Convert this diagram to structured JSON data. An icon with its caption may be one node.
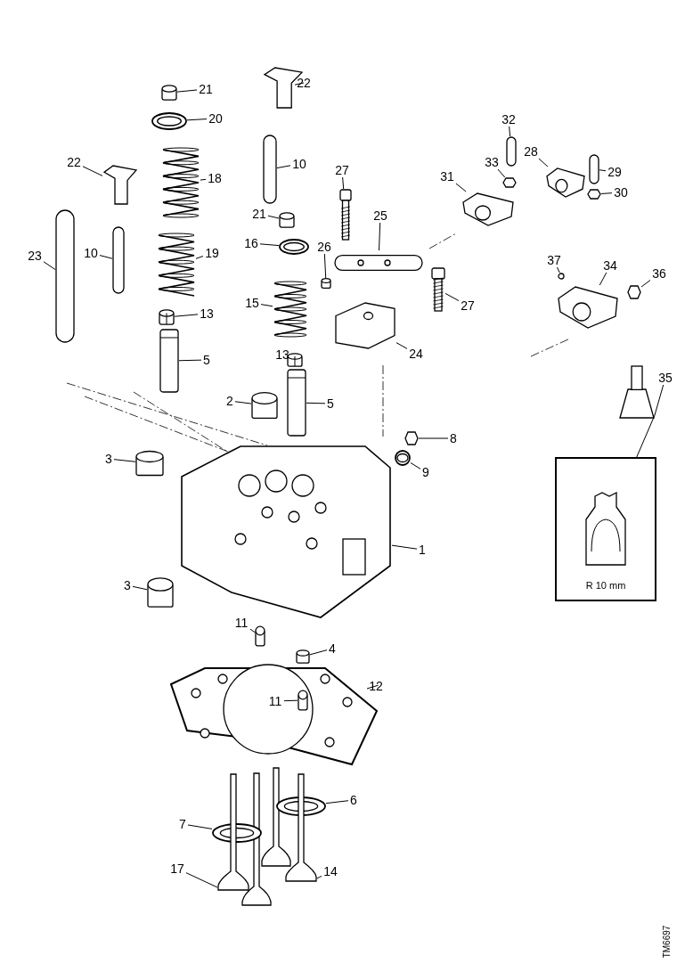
{
  "diagram": {
    "nodes": [
      {
        "text": [
          "1"
        ]
      },
      {
        "text": [],
        "shape": "picture"
      },
      {
        "text": [
          "2"
        ]
      },
      {
        "text": [],
        "shape": "cylinder"
      },
      {
        "text": [
          "3"
        ]
      },
      {
        "text": [],
        "shape": "cylinder"
      },
      {
        "text": [
          "3"
        ]
      },
      {
        "text": [],
        "shape": "cylinder"
      },
      {
        "text": [
          "4"
        ]
      },
      {
        "text": [],
        "shape": "cylinder"
      },
      {
        "text": [
          "5"
        ]
      },
      {
        "text": [],
        "shape": "picture"
      },
      {
        "text": [
          "5"
        ]
      },
      {
        "text": [],
        "shape": "picture"
      },
      {
        "text": [
          "6"
        ]
      },
      {
        "text": [],
        "shape": "picture"
      },
      {
        "text": [
          "7"
        ]
      },
      {
        "text": [],
        "shape": "picture"
      },
      {
        "text": [
          "8"
        ]
      },
      {
        "text": [],
        "shape": "hexagon"
      },
      {
        "text": [
          "9"
        ]
      },
      {
        "text": [],
        "shape": "picture"
      },
      {
        "text": [
          "10"
        ]
      },
      {
        "text": [],
        "shape": "bar"
      },
      {
        "text": [
          "10"
        ]
      },
      {
        "text": [],
        "shape": "bar"
      },
      {
        "text": [
          "11"
        ]
      },
      {
        "text": [],
        "shape": "cylinder"
      },
      {
        "text": [
          "11"
        ],
        "in": 31
      },
      {
        "text": [],
        "shape": "cylinder",
        "in": 31
      },
      {
        "text": [
          "12"
        ]
      },
      {
        "text": [],
        "shape": "picture"
      },
      {
        "text": [
          "13"
        ]
      },
      {
        "text": [],
        "shape": "picture"
      },
      {
        "text": [
          "13"
        ]
      },
      {
        "text": [],
        "shape": "picture"
      },
      {
        "text": [
          "14"
        ]
      },
      {
        "text": [],
        "shape": "picture"
      },
      {
        "text": [
          "15"
        ]
      },
      {
        "text": [],
        "shape": "picture"
      },
      {
        "text": [
          "16"
        ]
      },
      {
        "text": [],
        "shape": "picture"
      },
      {
        "text": [
          "17"
        ]
      },
      {
        "text": [],
        "shape": "picture"
      },
      {
        "text": [
          "18"
        ]
      },
      {
        "text": [],
        "shape": "picture"
      },
      {
        "text": [
          "19"
        ]
      },
      {
        "text": [],
        "shape": "picture"
      },
      {
        "text": [
          "20"
        ]
      },
      {
        "text": [],
        "shape": "picture"
      },
      {
        "text": [
          "21"
        ]
      },
      {
        "text": [],
        "shape": "cylinder"
      },
      {
        "text": [
          "21"
        ]
      },
      {
        "text": [],
        "shape": "cylinder"
      },
      {
        "text": [
          "22"
        ]
      },
      {
        "text": [],
        "shape": "picture"
      },
      {
        "text": [
          "22"
        ]
      },
      {
        "text": [],
        "shape": "picture"
      },
      {
        "text": [
          "23"
        ]
      },
      {
        "text": [],
        "shape": "bar"
      },
      {
        "text": [
          "24"
        ]
      },
      {
        "text": [],
        "shape": "picture"
      },
      {
        "text": [
          "25"
        ]
      },
      {
        "text": [],
        "shape": "picture"
      },
      {
        "text": [
          "26"
        ]
      },
      {
        "text": [],
        "shape": "cylinder"
      },
      {
        "text": [
          "27"
        ]
      },
      {
        "text": [],
        "shape": "picture"
      },
      {
        "text": [
          "27"
        ]
      },
      {
        "text": [],
        "shape": "picture"
      },
      {
        "text": [
          "28"
        ]
      },
      {
        "text": [],
        "shape": "picture"
      },
      {
        "text": [
          "29"
        ]
      },
      {
        "text": [],
        "shape": "bar"
      },
      {
        "text": [
          "30"
        ]
      },
      {
        "text": [],
        "shape": "hexagon"
      },
      {
        "text": [
          "31"
        ]
      },
      {
        "text": [],
        "shape": "picture"
      },
      {
        "text": [
          "32"
        ]
      },
      {
        "text": [],
        "shape": "bar"
      },
      {
        "text": [
          "33"
        ]
      },
      {
        "text": [],
        "shape": "hexagon"
      },
      {
        "text": [
          "34"
        ]
      },
      {
        "text": [],
        "shape": "picture"
      },
      {
        "text": [
          "35"
        ]
      },
      {
        "text": [],
        "shape": "trapezoid"
      },
      {
        "text": [
          "36"
        ]
      },
      {
        "text": [],
        "shape": "hexagon"
      },
      {
        "text": [
          "37"
        ]
      },
      {
        "text": [],
        "shape": "circle"
      },
      {
        "text": [
          "R 10 mm"
        ]
      }
    ],
    "edges": [
      {
        "from": 0,
        "to": 1,
        "arrow": "none"
      },
      {
        "from": 2,
        "to": 3,
        "arrow": "none"
      },
      {
        "from": 4,
        "to": 5,
        "arrow": "none"
      },
      {
        "from": 6,
        "to": 7,
        "arrow": "none"
      },
      {
        "from": 8,
        "to": 9,
        "arrow": "none"
      },
      {
        "from": 10,
        "to": 11,
        "arrow": "none"
      },
      {
        "from": 12,
        "to": 13,
        "arrow": "none"
      },
      {
        "from": 14,
        "to": 15,
        "arrow": "none"
      },
      {
        "from": 16,
        "to": 17,
        "arrow": "none"
      },
      {
        "from": 18,
        "to": 19,
        "arrow": "none"
      },
      {
        "from": 20,
        "to": 21,
        "arrow": "none"
      },
      {
        "from": 22,
        "to": 23,
        "arrow": "none"
      },
      {
        "from": 24,
        "to": 25,
        "arrow": "none"
      },
      {
        "from": 26,
        "to": 27,
        "arrow": "none"
      },
      {
        "from": 28,
        "to": 29,
        "arrow": "none"
      },
      {
        "from": 30,
        "to": 31,
        "arrow": "none"
      },
      {
        "from": 32,
        "to": 33,
        "arrow": "none"
      },
      {
        "from": 34,
        "to": 35,
        "arrow": "none"
      },
      {
        "from": 36,
        "to": 37,
        "arrow": "none"
      },
      {
        "from": 38,
        "to": 39,
        "arrow": "none"
      },
      {
        "from": 40,
        "to": 41,
        "arrow": "none"
      },
      {
        "from": 42,
        "to": 43,
        "arrow": "none"
      },
      {
        "from": 44,
        "to": 45,
        "arrow": "none"
      },
      {
        "from": 46,
        "to": 47,
        "arrow": "none"
      },
      {
        "from": 48,
        "to": 49,
        "arrow": "none"
      },
      {
        "from": 50,
        "to": 51,
        "arrow": "none"
      },
      {
        "from": 52,
        "to": 53,
        "arrow": "none"
      },
      {
        "from": 54,
        "to": 55,
        "arrow": "none"
      },
      {
        "from": 56,
        "to": 57,
        "arrow": "none"
      },
      {
        "from": 58,
        "to": 59,
        "arrow": "none"
      },
      {
        "from": 60,
        "to": 61,
        "arrow": "none"
      },
      {
        "from": 62,
        "to": 63,
        "arrow": "none"
      },
      {
        "from": 64,
        "to": 65,
        "arrow": "none"
      },
      {
        "from": 66,
        "to": 67,
        "arrow": "none"
      },
      {
        "from": 68,
        "to": 69,
        "arrow": "none"
      },
      {
        "from": 70,
        "to": 71,
        "arrow": "none"
      },
      {
        "from": 72,
        "to": 73,
        "arrow": "none"
      },
      {
        "from": 74,
        "to": 75,
        "arrow": "none"
      },
      {
        "from": 76,
        "to": 77,
        "arrow": "none"
      },
      {
        "from": 78,
        "to": 79,
        "arrow": "none"
      },
      {
        "from": 80,
        "to": 81,
        "arrow": "none"
      },
      {
        "from": 82,
        "to": 83,
        "arrow": "none"
      },
      {
        "from": 84,
        "to": 85,
        "arrow": "none"
      },
      {
        "from": 86,
        "to": 87,
        "arrow": "none"
      },
      {
        "from": 88,
        "to": 89,
        "arrow": "none"
      },
      {
        "from": 85,
        "to": 90,
        "arrow": "none"
      }
    ],
    "labels": [
      "TM6697"
    ]
  }
}
